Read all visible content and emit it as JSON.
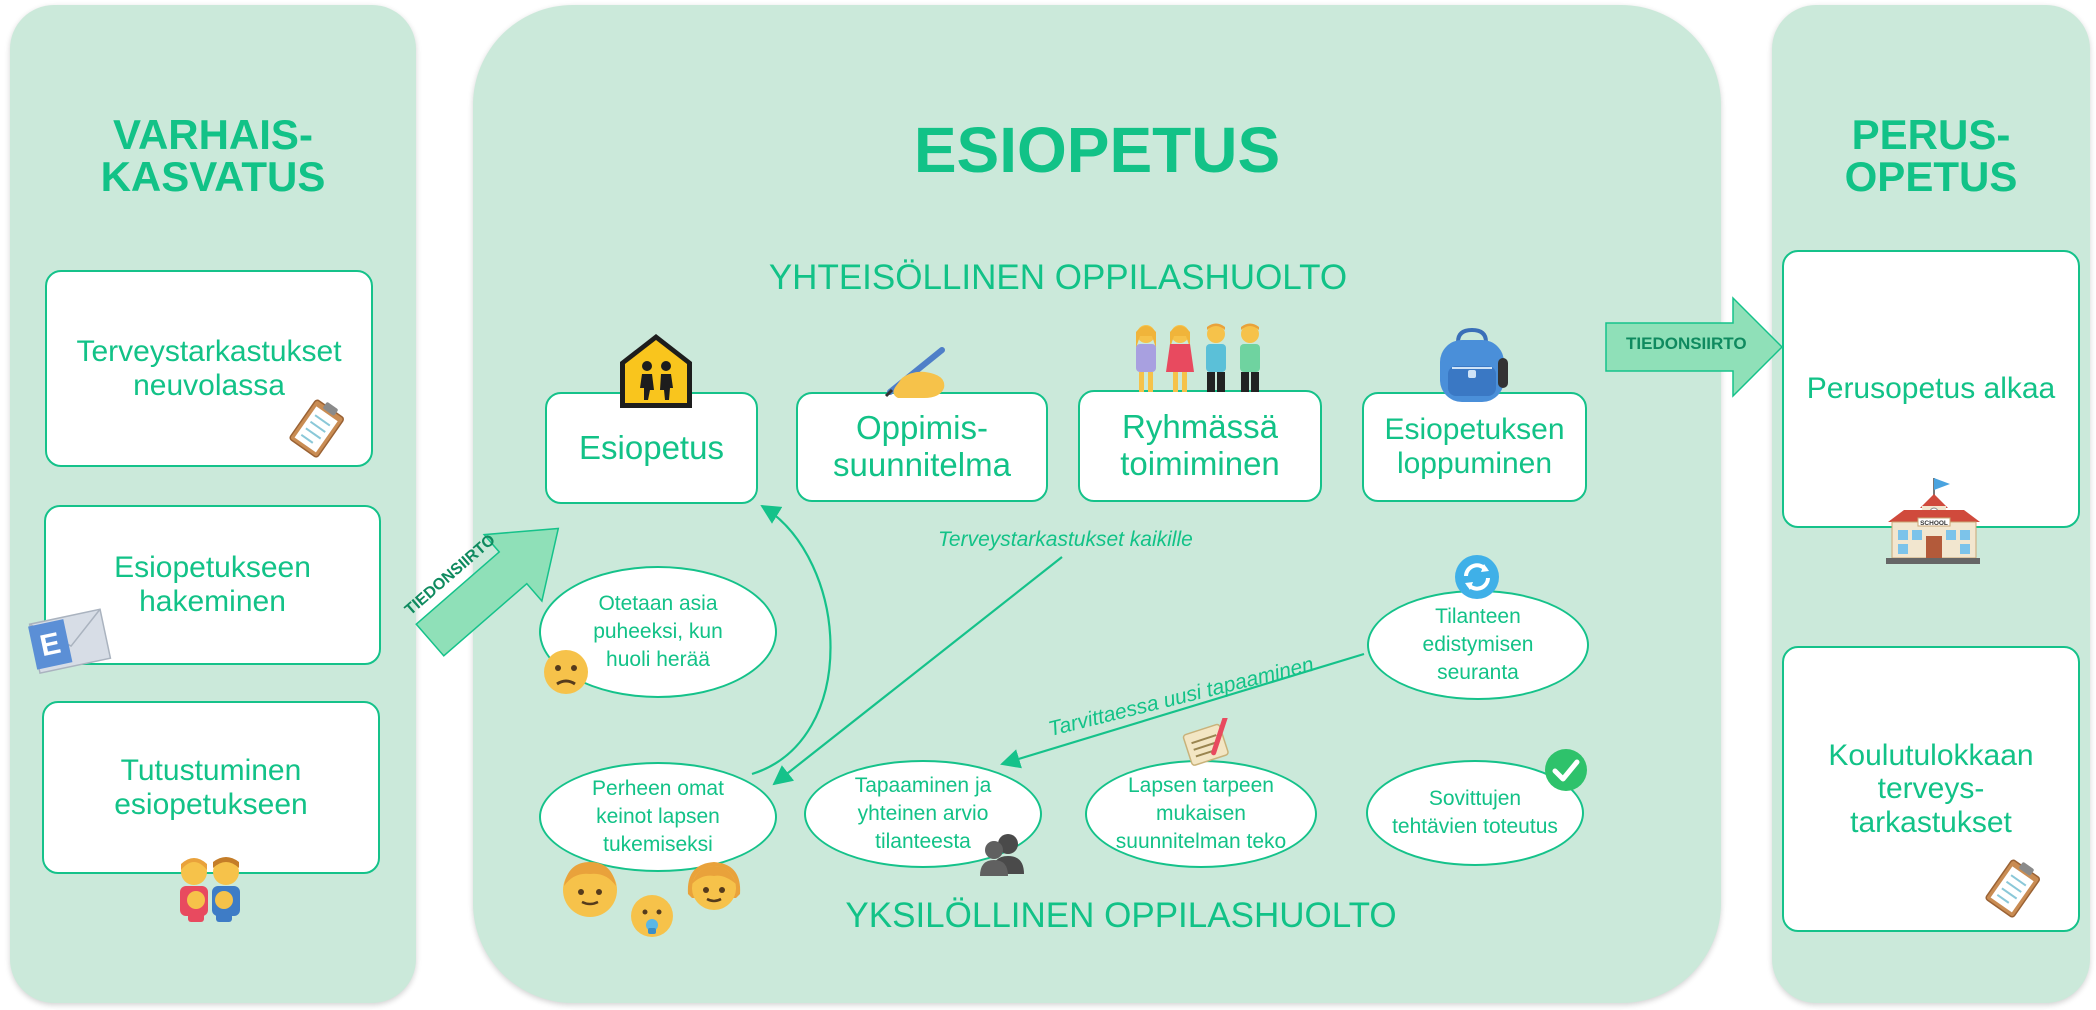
{
  "left": {
    "heading_line1": "VARHAIS-",
    "heading_line2": "KASVATUS",
    "boxes": [
      {
        "label": "Terveystarkastukset\nneuvolassa"
      },
      {
        "label": "Esiopetukseen\nhakeminen"
      },
      {
        "label": "Tutustuminen\nesiopetukseen"
      }
    ]
  },
  "center": {
    "title": "ESIOPETUS",
    "community_heading": "YHTEISÖLLINEN OPPILASHUOLTO",
    "individual_heading": "YKSILÖLLINEN OPPILASHUOLTO",
    "top_boxes": [
      {
        "label": "Esiopetus"
      },
      {
        "label": "Oppimis-\nsuunnitelma"
      },
      {
        "label": "Ryhmässä\ntoimiminen"
      },
      {
        "label": "Esiopetuksen\nloppuminen"
      }
    ],
    "ovals": [
      {
        "label": "Otetaan asia\npuheeksi, kun\nhuoli herää"
      },
      {
        "label": "Tilanteen\nedistymisen\nseuranta"
      },
      {
        "label": "Perheen omat\nkeinot lapsen\ntukemiseksi"
      },
      {
        "label": "Tapaaminen ja\nyhteinen arvio\ntilanteesta"
      },
      {
        "label": "Lapsen tarpeen\nmukaisen\nsuunnitelman teko"
      },
      {
        "label": "Sovittujen\ntehtävien toteutus"
      }
    ],
    "label_health_checks": "Terveystarkastukset kaikille",
    "label_new_meeting": "Tarvittaessa uusi tapaaminen"
  },
  "transfer_arrows": {
    "left_label": "TIEDONSIIRTO",
    "right_label": "TIEDONSIIRTO"
  },
  "right": {
    "heading_line1": "PERUS-",
    "heading_line2": "OPETUS",
    "boxes": [
      {
        "label": "Perusopetus alkaa"
      },
      {
        "label": "Koulutulokkaan\nterveys-\ntarkastukset"
      }
    ]
  },
  "icons": {
    "school_sign_text": "SCHOOL",
    "envelope_letter": "E"
  },
  "colors": {
    "panel_bg": "#cbe9da",
    "accent_green": "#12c287",
    "arrow_fill": "#8fe0b8",
    "white": "#ffffff"
  }
}
